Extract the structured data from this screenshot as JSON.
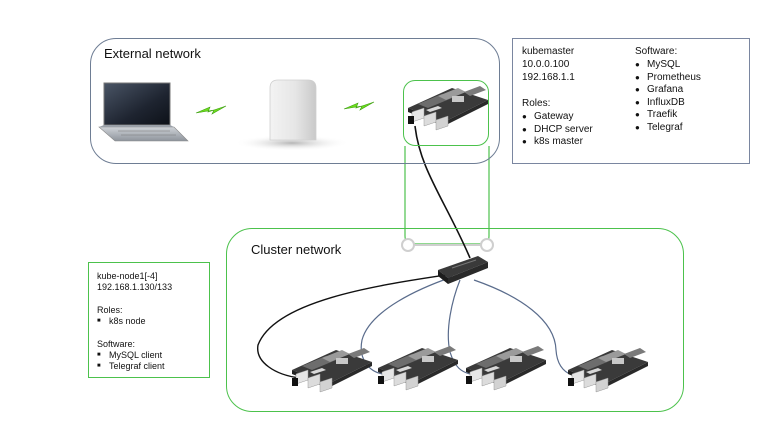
{
  "external": {
    "title": "External network"
  },
  "cluster": {
    "title": "Cluster network"
  },
  "master_info": {
    "hostname": "kubemaster",
    "ips": [
      "10.0.0.100",
      "192.168.1.1"
    ],
    "roles_heading": "Roles:",
    "roles": [
      "Gateway",
      "DHCP server",
      "k8s master"
    ],
    "software_heading": "Software:",
    "software": [
      "MySQL",
      "Prometheus",
      "Grafana",
      "InfluxDB",
      "Traefik",
      "Telegraf"
    ]
  },
  "node_info": {
    "hostname": "kube-node1[-4]",
    "ip": "192.168.1.130/133",
    "roles_heading": "Roles:",
    "roles": [
      "k8s node"
    ],
    "software_heading": "Software:",
    "software": [
      "MySQL client",
      "Telegraf client"
    ]
  },
  "icons": {
    "laptop": "laptop-icon",
    "router": "wireless-router-icon",
    "wireless": "wireless-link-icon",
    "pi": "raspberry-pi-icon",
    "switch": "network-switch-icon"
  },
  "colors": {
    "external_border": "#6e7d94",
    "cluster_border": "#4cc24c",
    "wireless_bolt": "#6ddc1e",
    "cable": "#111111",
    "cable_blue": "#5a6c8c"
  }
}
